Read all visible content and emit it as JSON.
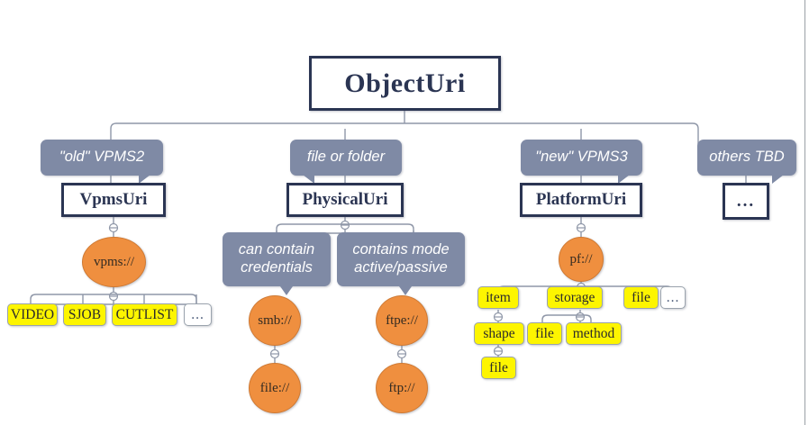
{
  "diagram": {
    "title_node": {
      "label": "ObjectUri"
    },
    "branches": [
      {
        "annotation": "\"old\" VPMS2",
        "class_label": "VpmsUri",
        "scheme": "vpms://",
        "leaves": [
          "VIDEO",
          "SJOB",
          "CUTLIST",
          "..."
        ]
      },
      {
        "annotation": "file or folder",
        "class_label": "PhysicalUri",
        "notes": [
          "can contain credentials",
          "contains mode active/passive"
        ],
        "schemes": [
          "smb://",
          "ftpe://"
        ],
        "sub_schemes": [
          "file://",
          "ftp://"
        ]
      },
      {
        "annotation": "\"new\" VPMS3",
        "class_label": "PlatformUri",
        "scheme": "pf://",
        "leaves": [
          "item",
          "storage",
          "file",
          "..."
        ],
        "item_children": [
          "shape"
        ],
        "shape_children": [
          "file"
        ],
        "storage_children": [
          "file",
          "method"
        ]
      },
      {
        "annotation": "others TBD",
        "class_label": "..."
      }
    ],
    "note_lines": {
      "credentials_line1": "can contain",
      "credentials_line2": "credentials",
      "mode_line1": "contains mode",
      "mode_line2": "active/passive"
    },
    "colors": {
      "classbox_border": "#2b3553",
      "annotation_fill": "#7f8aa5",
      "scheme_fill": "#ef8f3f",
      "leaf_fill": "#fdf500",
      "wire": "#8f97a8"
    }
  }
}
